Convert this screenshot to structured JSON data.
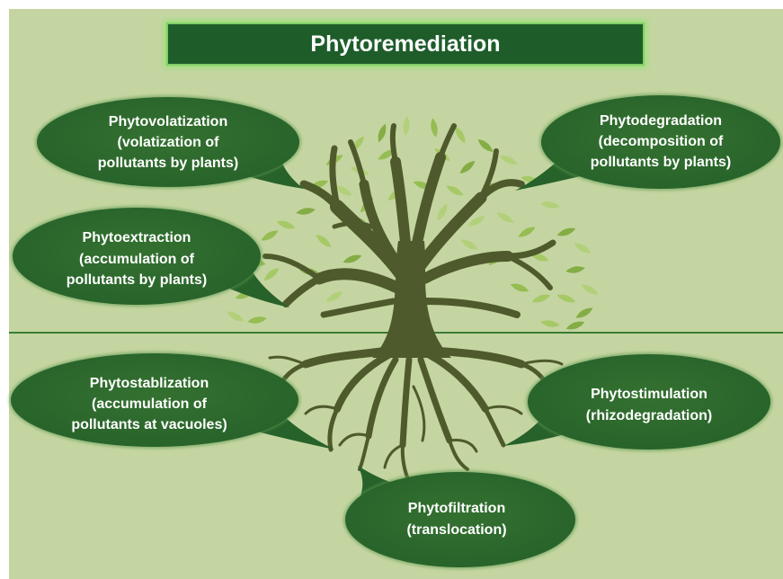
{
  "title": "Phytoremediation",
  "bubbles": {
    "volatization": {
      "heading": "Phytovolatization",
      "line1": "(volatization of",
      "line2": "pollutants by plants)"
    },
    "degradation": {
      "heading": "Phytodegradation",
      "line1": "(decomposition of",
      "line2": "pollutants by plants)"
    },
    "extraction": {
      "heading": "Phytoextraction",
      "line1": "(accumulation of",
      "line2": "pollutants by plants)"
    },
    "stablization": {
      "heading": "Phytostablization",
      "line1": "(accumulation of",
      "line2": "pollutants at vacuoles)"
    },
    "stimulation": {
      "heading": "Phytostimulation",
      "line1": "(rhizodegradation)"
    },
    "filtration": {
      "heading": "Phytofiltration",
      "line1": "(translocation)"
    }
  },
  "colors": {
    "background": "#c4d5a1",
    "ground_line": "#3a7a34",
    "title_box": "#1e5d2a",
    "title_glow": "#9fe07e",
    "bubble_center": "#347130",
    "bubble_edge": "#27622a",
    "tree": "#4f5a2c",
    "leaf_palette": [
      "#95bd52",
      "#a6c966",
      "#84ad45",
      "#b2d07a"
    ]
  }
}
